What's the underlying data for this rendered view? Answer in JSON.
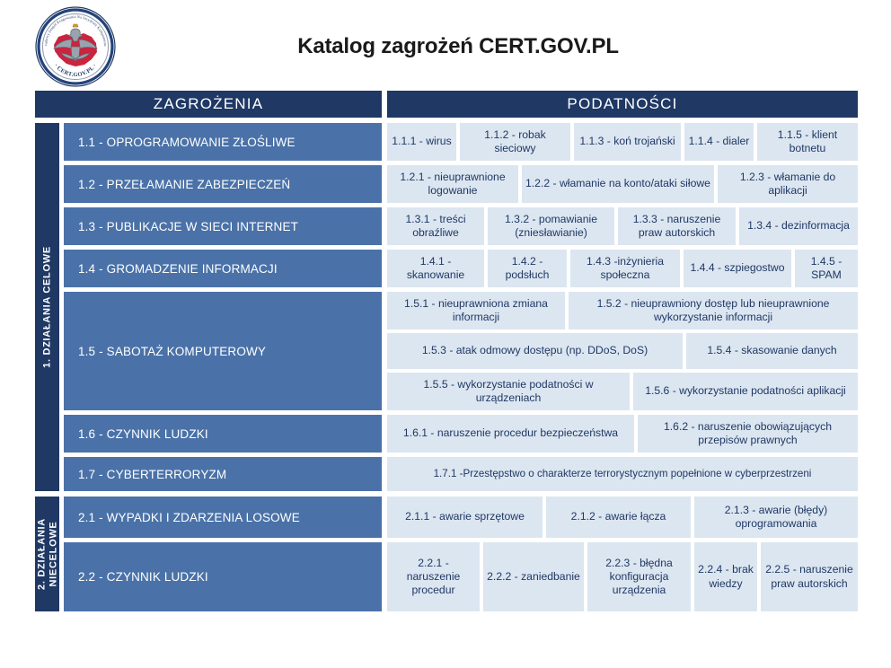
{
  "header": {
    "title": "Katalog zagrożeń CERT.GOV.PL",
    "logo": {
      "name": "cert-gov-pl-emblem",
      "ring_text": "Rządowy Zespół Reagowania Na Incydenty Komputerowe",
      "bottom_text": "CERT.GOV.PL"
    }
  },
  "columns": {
    "threats": "ZAGROŻENIA",
    "vulnerabilities": "PODATNOŚCI"
  },
  "colors": {
    "navy": "#1f3864",
    "medium_blue": "#4a72a8",
    "light_blue": "#dce6f1",
    "white": "#ffffff",
    "title_text": "#1a1a1a"
  },
  "groups": [
    {
      "id": "g1",
      "label": "1. DZIAŁANIA CELOWE"
    },
    {
      "id": "g2",
      "label": "2. DZIAŁANIA\nNIECELOWE"
    }
  ],
  "rows": [
    {
      "threat": "1.1 - OPROGRAMOWANIE ZŁOŚLIWE",
      "vulns": [
        "1.1.1 - wirus",
        "1.1.2 - robak sieciowy",
        "1.1.3 - koń trojański",
        "1.1.4 - dialer",
        "1.1.5 - klient botnetu"
      ]
    },
    {
      "threat": "1.2 - PRZEŁAMANIE ZABEZPIECZEŃ",
      "vulns": [
        "1.2.1 - nieuprawnione logowanie",
        "1.2.2 - włamanie na konto/ataki siłowe",
        "1.2.3 - włamanie do aplikacji"
      ]
    },
    {
      "threat": "1.3 - PUBLIKACJE W SIECI INTERNET",
      "vulns": [
        "1.3.1 - treści obraźliwe",
        "1.3.2 - pomawianie (zniesławianie)",
        "1.3.3 - naruszenie praw autorskich",
        "1.3.4 - dezinformacja"
      ]
    },
    {
      "threat": "1.4 - GROMADZENIE INFORMACJI",
      "vulns": [
        "1.4.1 - skanowanie",
        "1.4.2 - podsłuch",
        "1.4.3 -inżynieria społeczna",
        "1.4.4 - szpiegostwo",
        "1.4.5 - SPAM"
      ]
    },
    {
      "threat": "1.5 - SABOTAŻ KOMPUTEROWY",
      "vulns": [
        "1.5.1 - nieuprawniona zmiana informacji",
        "1.5.2 - nieuprawniony dostęp lub nieuprawnione wykorzystanie informacji",
        "1.5.3 - atak odmowy dostępu (np. DDoS, DoS)",
        "1.5.4 - skasowanie danych",
        "1.5.5 - wykorzystanie podatności w urządzeniach",
        "1.5.6 - wykorzystanie podatności aplikacji"
      ]
    },
    {
      "threat": "1.6 - CZYNNIK LUDZKI",
      "vulns": [
        "1.6.1 - naruszenie procedur bezpieczeństwa",
        "1.6.2 - naruszenie obowiązujących przepisów prawnych"
      ]
    },
    {
      "threat": "1.7 - CYBERTERRORYZM",
      "vulns": [
        "1.7.1 -Przestępstwo o charakterze terrorystycznym popełnione w cyberprzestrzeni"
      ]
    },
    {
      "threat": "2.1 - WYPADKI I ZDARZENIA LOSOWE",
      "vulns": [
        "2.1.1 - awarie sprzętowe",
        "2.1.2 - awarie łącza",
        "2.1.3 - awarie (błędy) oprogramowania"
      ]
    },
    {
      "threat": "2.2 - CZYNNIK LUDZKI",
      "vulns": [
        "2.2.1 - naruszenie procedur",
        "2.2.2 - zaniedbanie",
        "2.2.3 - błędna konfiguracja urządzenia",
        "2.2.4 - brak wiedzy",
        "2.2.5 - naruszenie praw autorskich"
      ]
    }
  ]
}
